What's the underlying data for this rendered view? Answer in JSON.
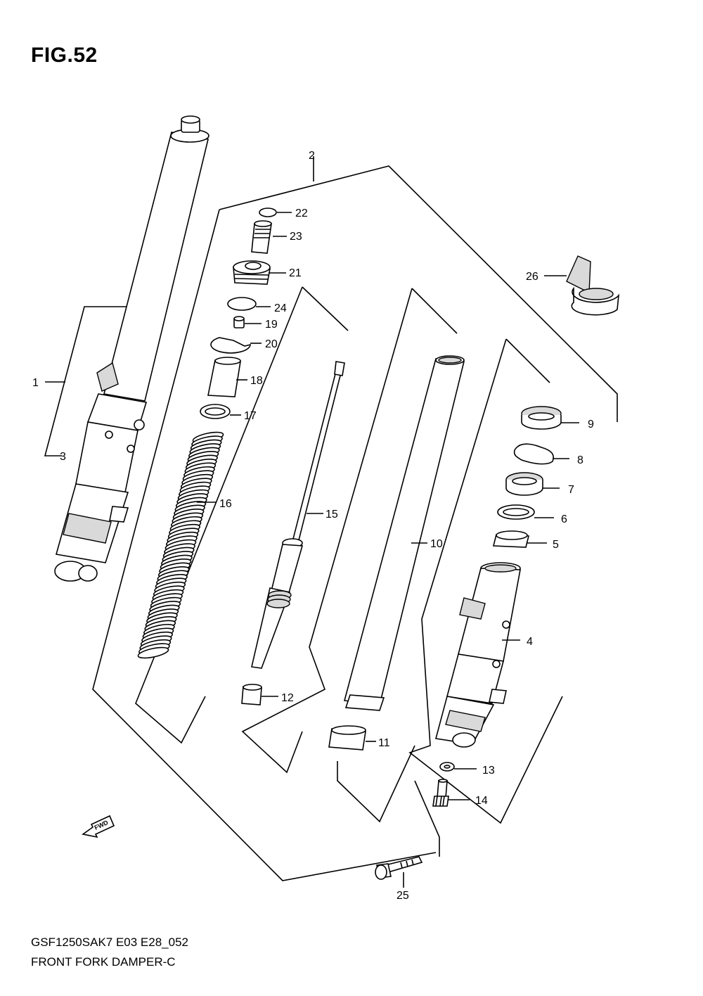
{
  "figure": {
    "title": "FIG.52",
    "code": "GSF1250SAK7 E03 E28_052",
    "caption": "FRONT FORK DAMPER-C",
    "fwd_label": "FWD"
  },
  "callouts": [
    {
      "id": "c1",
      "label": "1"
    },
    {
      "id": "c2",
      "label": "2"
    },
    {
      "id": "c3",
      "label": "3"
    },
    {
      "id": "c4",
      "label": "4"
    },
    {
      "id": "c5",
      "label": "5"
    },
    {
      "id": "c6",
      "label": "6"
    },
    {
      "id": "c7",
      "label": "7"
    },
    {
      "id": "c8",
      "label": "8"
    },
    {
      "id": "c9",
      "label": "9"
    },
    {
      "id": "c10",
      "label": "10"
    },
    {
      "id": "c11",
      "label": "11"
    },
    {
      "id": "c12",
      "label": "12"
    },
    {
      "id": "c13",
      "label": "13"
    },
    {
      "id": "c14",
      "label": "14"
    },
    {
      "id": "c15",
      "label": "15"
    },
    {
      "id": "c16",
      "label": "16"
    },
    {
      "id": "c17",
      "label": "17"
    },
    {
      "id": "c18",
      "label": "18"
    },
    {
      "id": "c19",
      "label": "19"
    },
    {
      "id": "c20",
      "label": "20"
    },
    {
      "id": "c21",
      "label": "21"
    },
    {
      "id": "c22",
      "label": "22"
    },
    {
      "id": "c23",
      "label": "23"
    },
    {
      "id": "c24",
      "label": "24"
    },
    {
      "id": "c25",
      "label": "25"
    },
    {
      "id": "c26",
      "label": "26"
    }
  ]
}
